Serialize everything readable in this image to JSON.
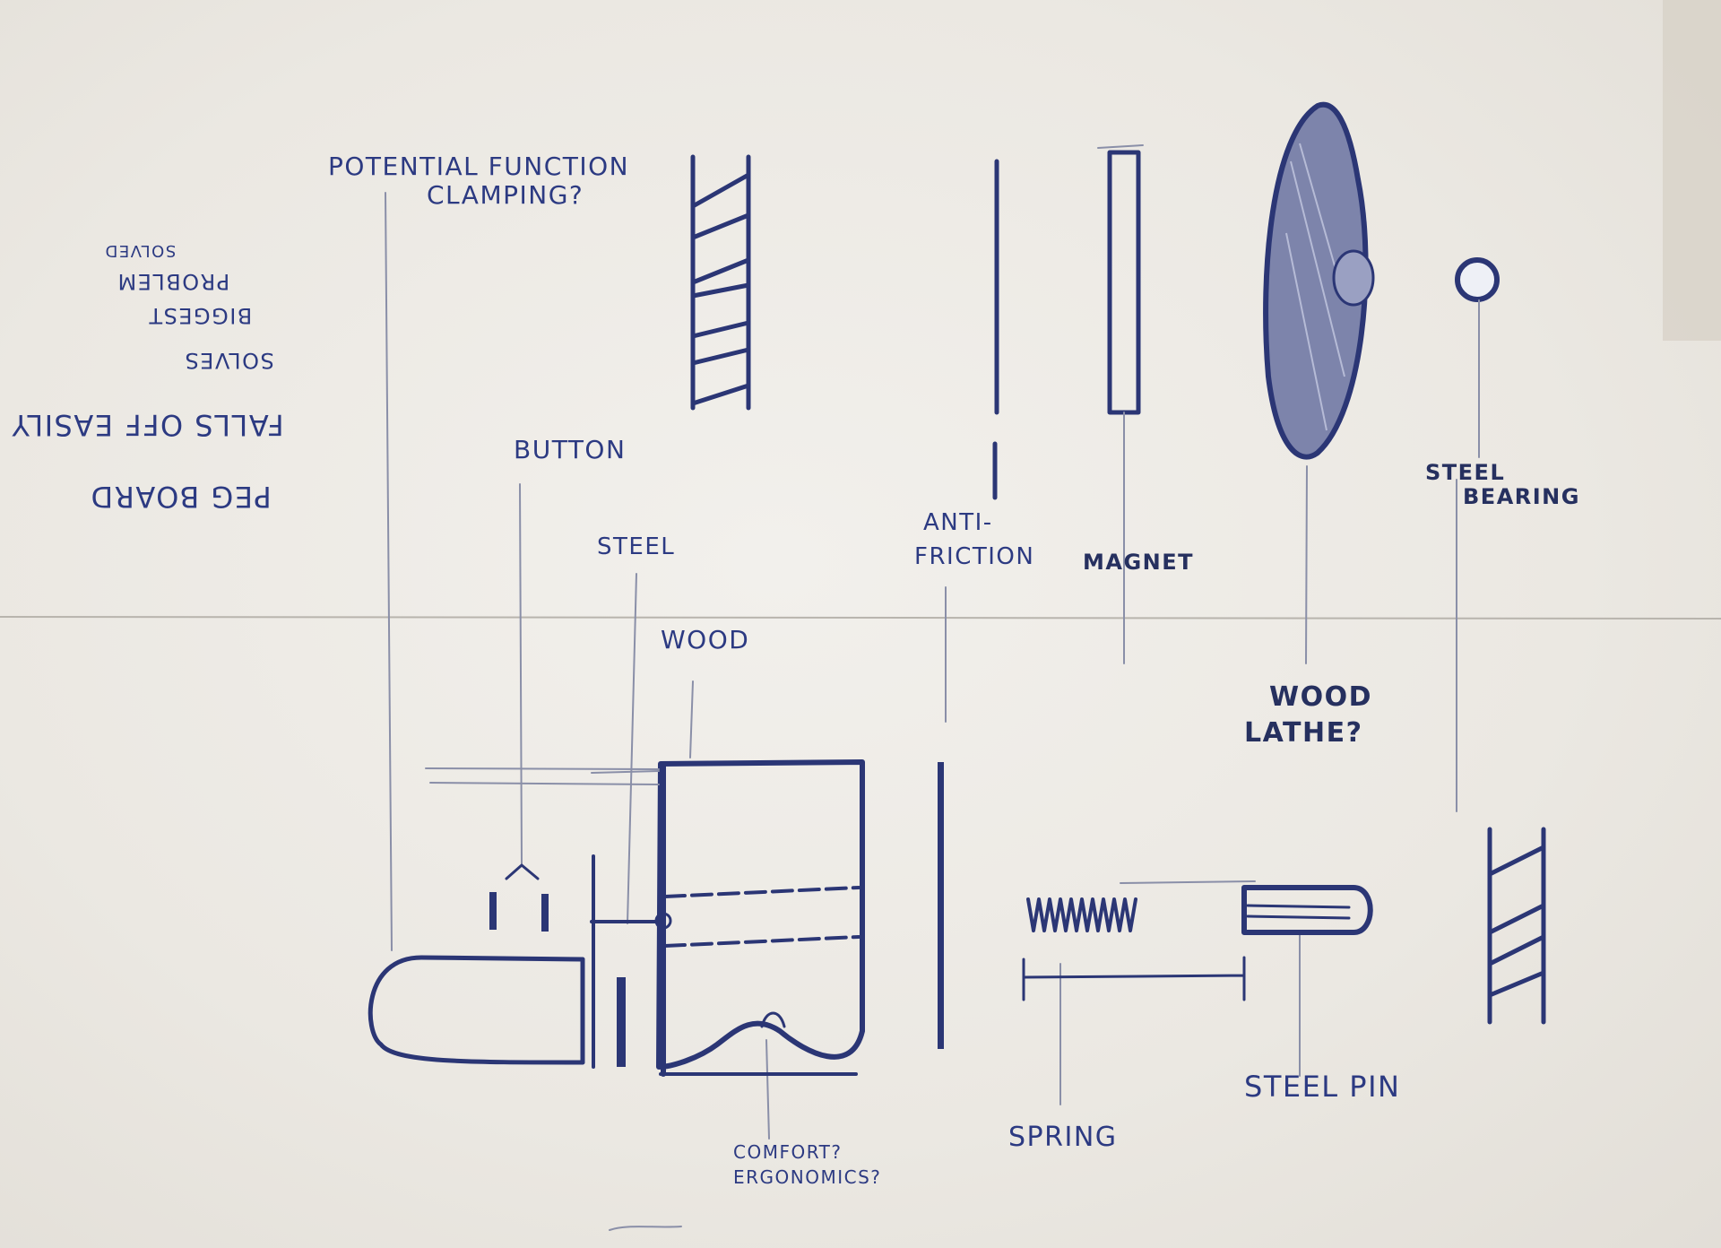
{
  "notes": {
    "line1": "POTENTIAL FUNCTION",
    "line2": "CLAMPING?"
  },
  "upside_down_note": {
    "line1": "PEG BOARD",
    "line2": "FALLS OFF EASILY",
    "line3": "SOLVES",
    "line4": "BIGGEST",
    "line5": "PROBLEM",
    "line6": "SOLVED"
  },
  "labels": {
    "button": "BUTTON",
    "steel": "STEEL",
    "wood": "WOOD",
    "anti_friction_1": "ANTI-",
    "anti_friction_2": "FRICTION",
    "magnet": "MAGNET",
    "wood_lathe_1": "WOOD",
    "wood_lathe_2": "LATHE?",
    "steel_bearing_1": "STEEL",
    "steel_bearing_2": "BEARING",
    "comfort_1": "COMFORT?",
    "comfort_2": "ERGONOMICS?",
    "spring": "SPRING",
    "steel_pin": "STEEL PIN"
  },
  "colors": {
    "ink": "#2b3675",
    "paper": "#ece9e3"
  }
}
